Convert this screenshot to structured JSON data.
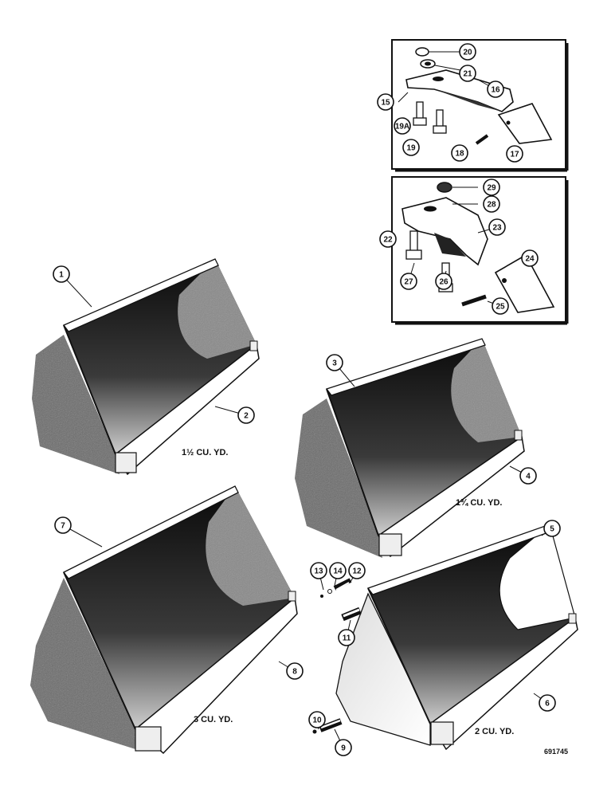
{
  "callouts": [
    "20",
    "21",
    "16",
    "15",
    "19A",
    "19",
    "18",
    "17",
    "29",
    "28",
    "23",
    "22",
    "24",
    "27",
    "26",
    "25",
    "1",
    "2",
    "3",
    "4",
    "7",
    "5",
    "13",
    "14",
    "12",
    "11",
    "8",
    "6",
    "10",
    "9"
  ],
  "captions": {
    "bucket_1_5": "1½ CU. YD.",
    "bucket_1_75": "1¾ CU. YD.",
    "bucket_3": "3 CU. YD.",
    "bucket_2": "2 CU. YD."
  },
  "drawing_number": "691745",
  "colors": {
    "ink": "#111111",
    "shade": "#2a2a2a",
    "paper": "#ffffff"
  }
}
